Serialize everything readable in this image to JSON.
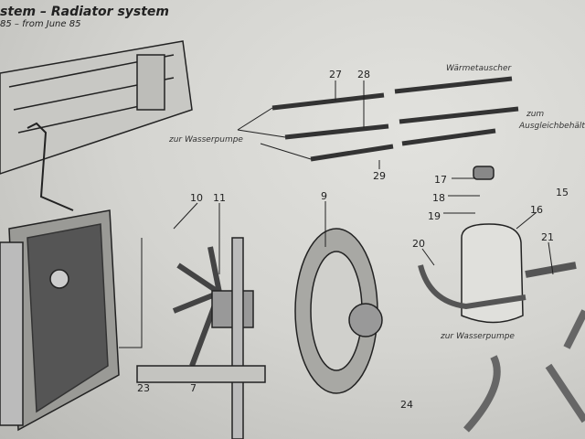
{
  "header": {
    "title": "stem – Radiator system",
    "subtitle": "85 – from June 85"
  },
  "labels": {
    "waermetauscher": "Wärmetauscher",
    "zum": "zum",
    "ausgleich": "Ausgleichbehält",
    "wasserpumpe_1": "zur Wasserpumpe",
    "wasserpumpe_2": "zur Wasserpumpe"
  },
  "callouts": {
    "c27": "27",
    "c28": "28",
    "c29": "29",
    "c10": "10",
    "c11": "11",
    "c9": "9",
    "c17": "17",
    "c18": "18",
    "c19": "19",
    "c16": "16",
    "c15": "15",
    "c20": "20",
    "c21": "21",
    "c23": "23",
    "c7": "7",
    "c24": "24"
  }
}
